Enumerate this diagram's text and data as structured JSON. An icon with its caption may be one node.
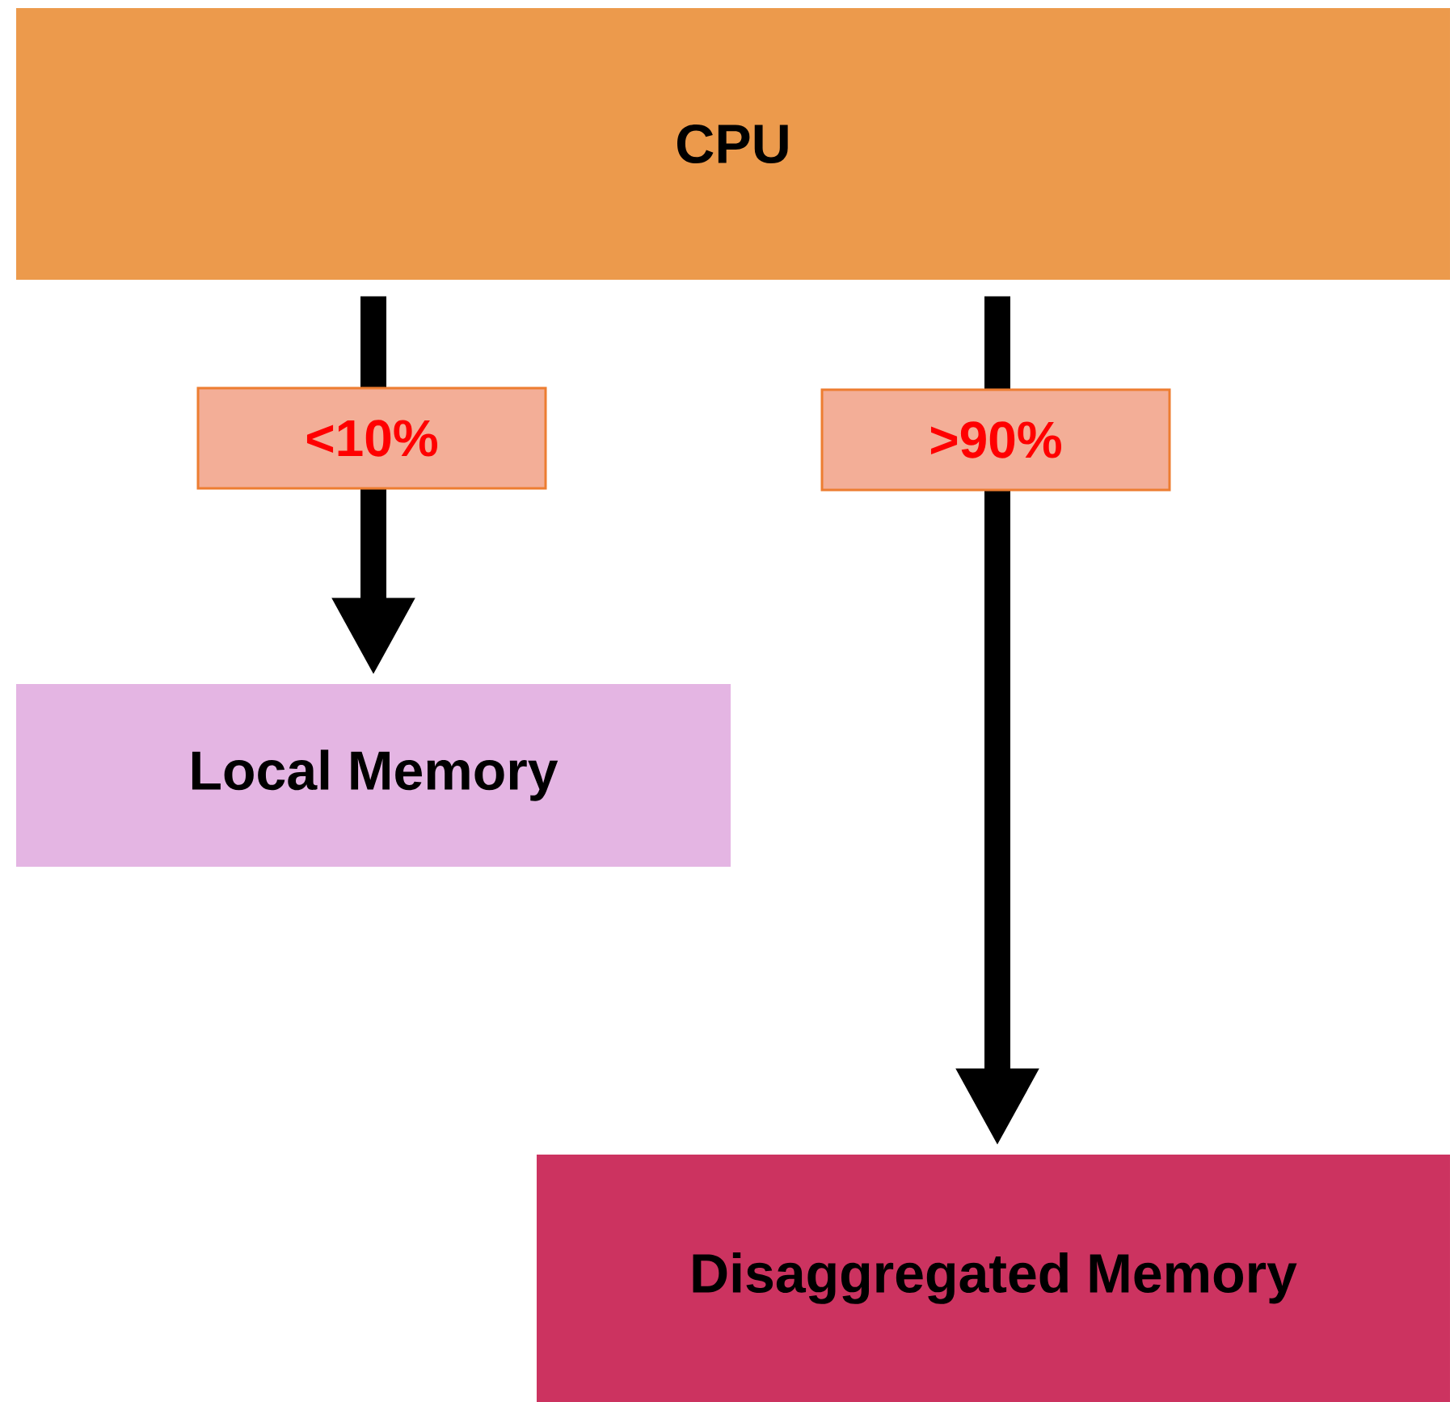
{
  "diagram": {
    "nodes": [
      {
        "text": [
          "CPU"
        ]
      },
      {
        "text": [
          "Local Memory"
        ]
      },
      {
        "text": [
          "Disaggregated Memory"
        ]
      }
    ],
    "edges": [
      {
        "from": 0,
        "to": 1,
        "arrow": "to",
        "label": "<10%"
      },
      {
        "from": 0,
        "to": 2,
        "arrow": "to",
        "label": ">90%"
      }
    ]
  }
}
